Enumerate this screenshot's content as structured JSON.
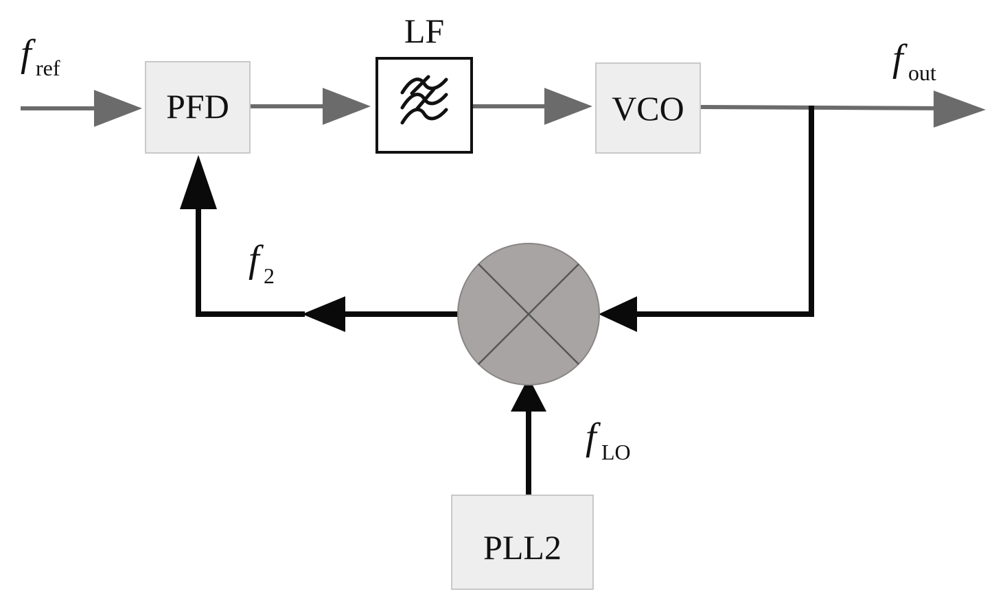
{
  "diagram": {
    "blocks": {
      "pfd": "PFD",
      "lf": "LF",
      "vco": "VCO",
      "pll2": "PLL2"
    },
    "signals": {
      "ref": {
        "main": "f",
        "sub": "ref"
      },
      "out": {
        "main": "f",
        "sub": "out"
      },
      "f2": {
        "main": "f",
        "sub": "2"
      },
      "lo": {
        "main": "f",
        "sub": "LO"
      }
    },
    "colors": {
      "block_fill": "#efeeee",
      "block_stroke": "#c8c8c8",
      "filter_stroke": "#111111",
      "forward_path": "#6b6b6b",
      "feedback_path": "#0a0a0a",
      "mixer_fill": "#a9a4a4"
    }
  }
}
